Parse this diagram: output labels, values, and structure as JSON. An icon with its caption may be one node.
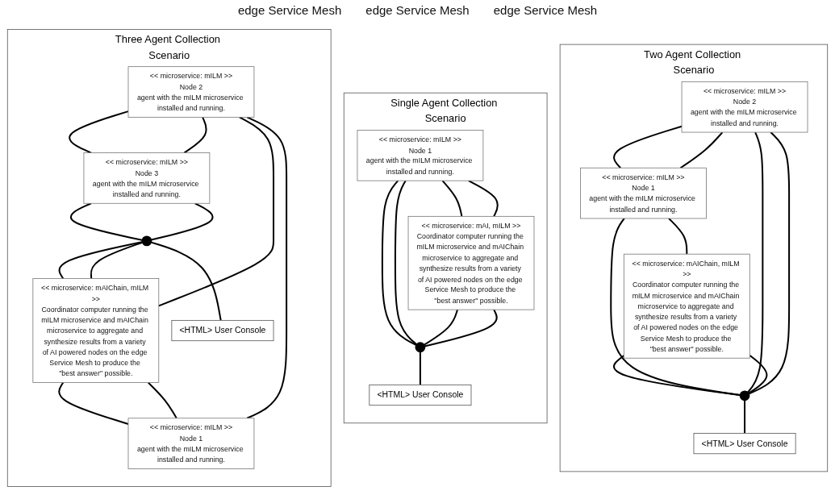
{
  "diagram": {
    "nodes": [
      {
        "text": [
          "Two Agent Collection Scenario"
        ]
      },
      {
        "text": [
          "<< microservice: mILM >>",
          "Node 2",
          "agent with the mILM microservice installed and running."
        ],
        "in": 0
      },
      {
        "text": [
          "<< microservice: mILM >>",
          "Node 1",
          "agent with the mILM microservice installed and running."
        ],
        "in": 0
      },
      {
        "text": [],
        "shape": "circle",
        "in": 0
      },
      {
        "text": [
          "<HTML> User Console"
        ],
        "in": 0
      },
      {
        "text": [
          "<< microservice: mAIChain, mILM >>",
          "Coordinator computer running the mILM microservice and mAIChain microservice to aggregate and synthesize results from a variety of AI powered nodes on the edge Service Mesh to produce the \"best answer\" possible."
        ],
        "in": 0
      },
      {
        "text": [
          "Single Agent Collection Scenario"
        ]
      },
      {
        "text": [
          "<< microservice: mILM >>",
          "Node 1",
          "agent with the mILM microservice installed and running."
        ],
        "in": 6
      },
      {
        "text": [],
        "shape": "circle",
        "in": 6
      },
      {
        "text": [
          "<HTML> User Console"
        ],
        "in": 6
      },
      {
        "text": [
          "<< microservice: mAI, mILM >>",
          "Coordinator computer running the mILM microservice and mAIChain microservice to aggregate and synthesize results from a variety of AI powered nodes on the edge Service Mesh to produce the \"best answer\" possible."
        ],
        "in": 6
      },
      {
        "text": [
          "Three Agent Collection Scenario"
        ]
      },
      {
        "text": [
          "<< microservice: mILM >>",
          "Node 2",
          "agent with the mILM microservice installed and running."
        ],
        "in": 11
      },
      {
        "text": [
          "<< microservice: mILM >>",
          "Node 3",
          "agent with the mILM microservice installed and running."
        ],
        "in": 11
      },
      {
        "text": [],
        "shape": "circle",
        "in": 11
      },
      {
        "text": [
          "<HTML> User Console"
        ],
        "in": 11
      },
      {
        "text": [
          "<< microservice: mILM >>",
          "Node 1",
          "agent with the mILM microservice installed and running."
        ],
        "in": 11
      },
      {
        "text": [
          "<< microservice: mAIChain, mILM >>",
          "Coordinator computer running the mILM microservice and mAIChain microservice to aggregate and synthesize results from a variety of AI powered nodes on the edge Service Mesh to produce the \"best answer\" possible."
        ],
        "in": 11
      }
    ],
    "edges": [
      {
        "from": 1,
        "to": 2,
        "arrow": "none"
      },
      {
        "from": 2,
        "to": 5,
        "arrow": "none"
      },
      {
        "from": 5,
        "to": 3,
        "arrow": "none"
      },
      {
        "from": 3,
        "to": 1,
        "arrow": "none"
      },
      {
        "from": 2,
        "to": 1,
        "arrow": "none"
      },
      {
        "from": 2,
        "to": 3,
        "arrow": "none"
      },
      {
        "from": 1,
        "to": 3,
        "arrow": "none"
      },
      {
        "from": 5,
        "to": 3,
        "arrow": "none"
      },
      {
        "from": 3,
        "to": 4,
        "arrow": "none"
      },
      {
        "from": 7,
        "to": 8,
        "arrow": "none"
      },
      {
        "from": 7,
        "to": 8,
        "arrow": "none"
      },
      {
        "from": 7,
        "to": 10,
        "arrow": "none"
      },
      {
        "from": 7,
        "to": 10,
        "arrow": "none"
      },
      {
        "from": 10,
        "to": 8,
        "arrow": "none"
      },
      {
        "from": 10,
        "to": 8,
        "arrow": "none"
      },
      {
        "from": 8,
        "to": 9,
        "arrow": "none"
      },
      {
        "from": 12,
        "to": 13,
        "arrow": "none"
      },
      {
        "from": 13,
        "to": 14,
        "arrow": "none"
      },
      {
        "from": 14,
        "to": 17,
        "arrow": "none"
      },
      {
        "from": 17,
        "to": 16,
        "arrow": "none"
      },
      {
        "from": 16,
        "to": 12,
        "arrow": "none"
      },
      {
        "from": 12,
        "to": 13,
        "arrow": "none"
      },
      {
        "from": 13,
        "to": 14,
        "arrow": "none"
      },
      {
        "from": 14,
        "to": 17,
        "arrow": "none"
      },
      {
        "from": 16,
        "to": 17,
        "arrow": "none"
      },
      {
        "from": 12,
        "to": 17,
        "arrow": "none"
      },
      {
        "from": 14,
        "to": 15,
        "arrow": "none"
      }
    ],
    "labels": [
      "edge Service Mesh",
      "edge Service Mesh",
      "edge Service Mesh"
    ]
  }
}
